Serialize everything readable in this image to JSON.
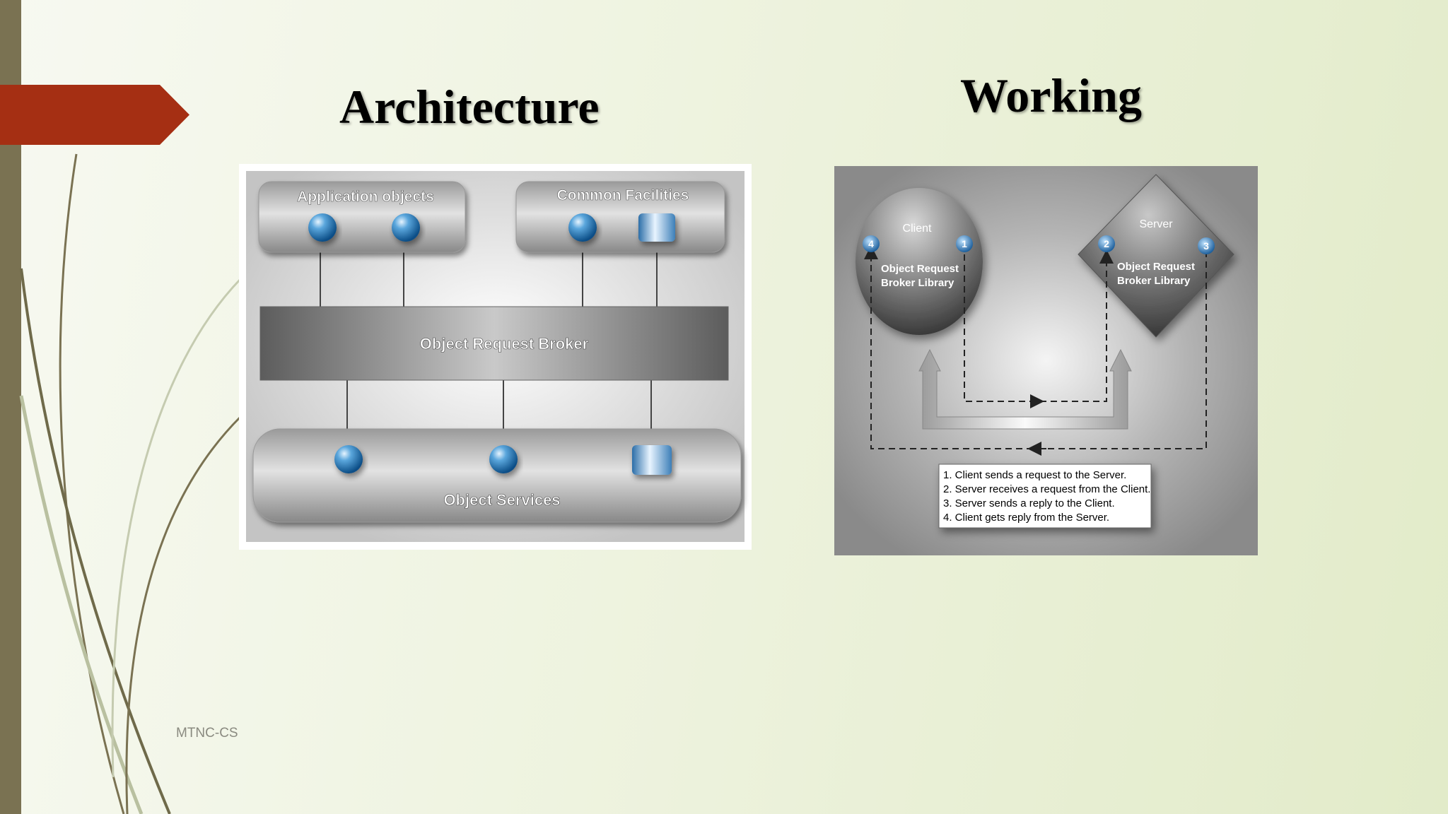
{
  "slide": {
    "title_left": "Architecture",
    "title_right": "Working",
    "footer": "MTNC-CS",
    "accent_color": "#a52f13",
    "sidebar_color": "#7a7252"
  },
  "architecture": {
    "application_objects": "Application objects",
    "common_facilities": "Common Facilities",
    "orb": "Object Request Broker",
    "object_services": "Object Services"
  },
  "working": {
    "client": "Client",
    "server": "Server",
    "client_lib_1": "Object Request",
    "client_lib_2": "Broker Library",
    "server_lib_1": "Object Request",
    "server_lib_2": "Broker Library",
    "step_badges": [
      "4",
      "1",
      "2",
      "3"
    ],
    "steps": [
      "1. Client sends a request to the Server.",
      "2. Server receives a request from the Client.",
      "3. Server sends a reply to the Client.",
      "4. Client gets reply from the Server."
    ]
  }
}
